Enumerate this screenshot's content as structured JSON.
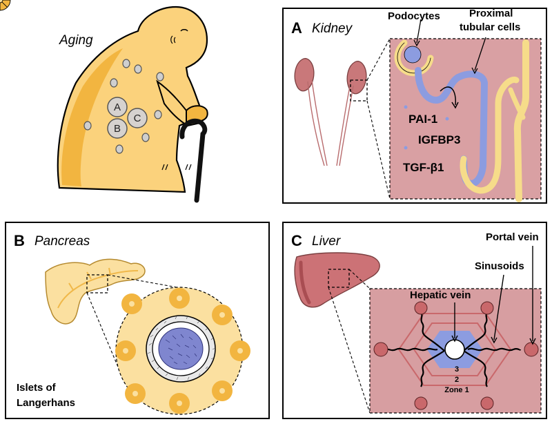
{
  "aging": {
    "title": "Aging",
    "circles": [
      "A",
      "B",
      "C"
    ]
  },
  "panel_a": {
    "letter": "A",
    "title": "Kidney",
    "labels": {
      "podocytes": "Podocytes",
      "proximal_line1": "Proximal",
      "proximal_line2": "tubular cells",
      "pai1": "PAI-1",
      "igfbp3": "IGFBP3",
      "tgfb1": "TGF-β1"
    }
  },
  "panel_b": {
    "letter": "B",
    "title": "Pancreas",
    "labels": {
      "islets_line1": "Islets of",
      "islets_line2": "Langerhans"
    }
  },
  "panel_c": {
    "letter": "C",
    "title": "Liver",
    "labels": {
      "portal_vein": "Portal vein",
      "sinusoids": "Sinusoids",
      "hepatic_vein": "Hepatic vein",
      "zone3": "3",
      "zone2": "2",
      "zone1": "Zone 1"
    }
  },
  "colors": {
    "skin": "#fbd27c",
    "skin_dark": "#f2b540",
    "kidney_tissue": "#d9a0a3",
    "kidney_organ": "#c9787a",
    "tubule_blue": "#8c9ce0",
    "tubule_yellow": "#f6dc8a",
    "pancreas_bg": "#fbe0a0",
    "islet_blue": "#7f86cf",
    "liver": "#cc7276",
    "liver_tissue": "#d79ea1",
    "portal_circle": "#c9686b"
  }
}
